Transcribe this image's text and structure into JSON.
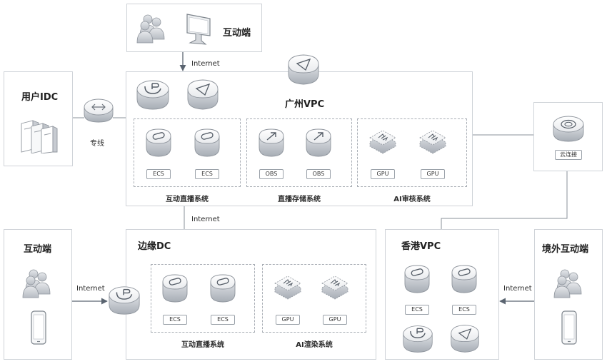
{
  "top_client": {
    "title": "互动端"
  },
  "user_idc": {
    "title": "用户IDC",
    "line_label": "专线"
  },
  "guangzhou_vpc": {
    "title": "广州VPC",
    "internet_top": "Internet",
    "internet_bottom": "Internet",
    "groups": [
      {
        "caption": "互动直播系统",
        "tags": [
          "ECS",
          "ECS"
        ]
      },
      {
        "caption": "直播存储系统",
        "tags": [
          "OBS",
          "OBS"
        ]
      },
      {
        "caption": "AI审核系统",
        "tags": [
          "GPU",
          "GPU"
        ]
      }
    ]
  },
  "cloud_connect": {
    "label": "云连接"
  },
  "left_client": {
    "title": "互动端",
    "internet": "Internet"
  },
  "edge_dc": {
    "title": "边缘DC",
    "groups": [
      {
        "caption": "互动直播系统",
        "tags": [
          "ECS",
          "ECS"
        ]
      },
      {
        "caption": "AI渲染系统",
        "tags": [
          "GPU",
          "GPU"
        ]
      }
    ]
  },
  "hongkong_vpc": {
    "title": "香港VPC",
    "tags": [
      "ECS",
      "ECS"
    ]
  },
  "overseas_client": {
    "title": "境外互动端",
    "internet": "Internet"
  },
  "icons": [
    "user-group-icon",
    "monitor-icon",
    "server-rack-icon",
    "router-icon",
    "eip-icon",
    "nat-gateway-icon",
    "ecs-icon",
    "obs-icon",
    "gpu-icon",
    "cloud-connect-icon",
    "smartphone-icon"
  ],
  "colors": {
    "line": "#8a9099",
    "arrow": "#5a6470",
    "border": "#cfd3d8",
    "dashed": "#a9aeb5",
    "device_top": "#f4f5f7",
    "device_side": "#b9bec5"
  }
}
